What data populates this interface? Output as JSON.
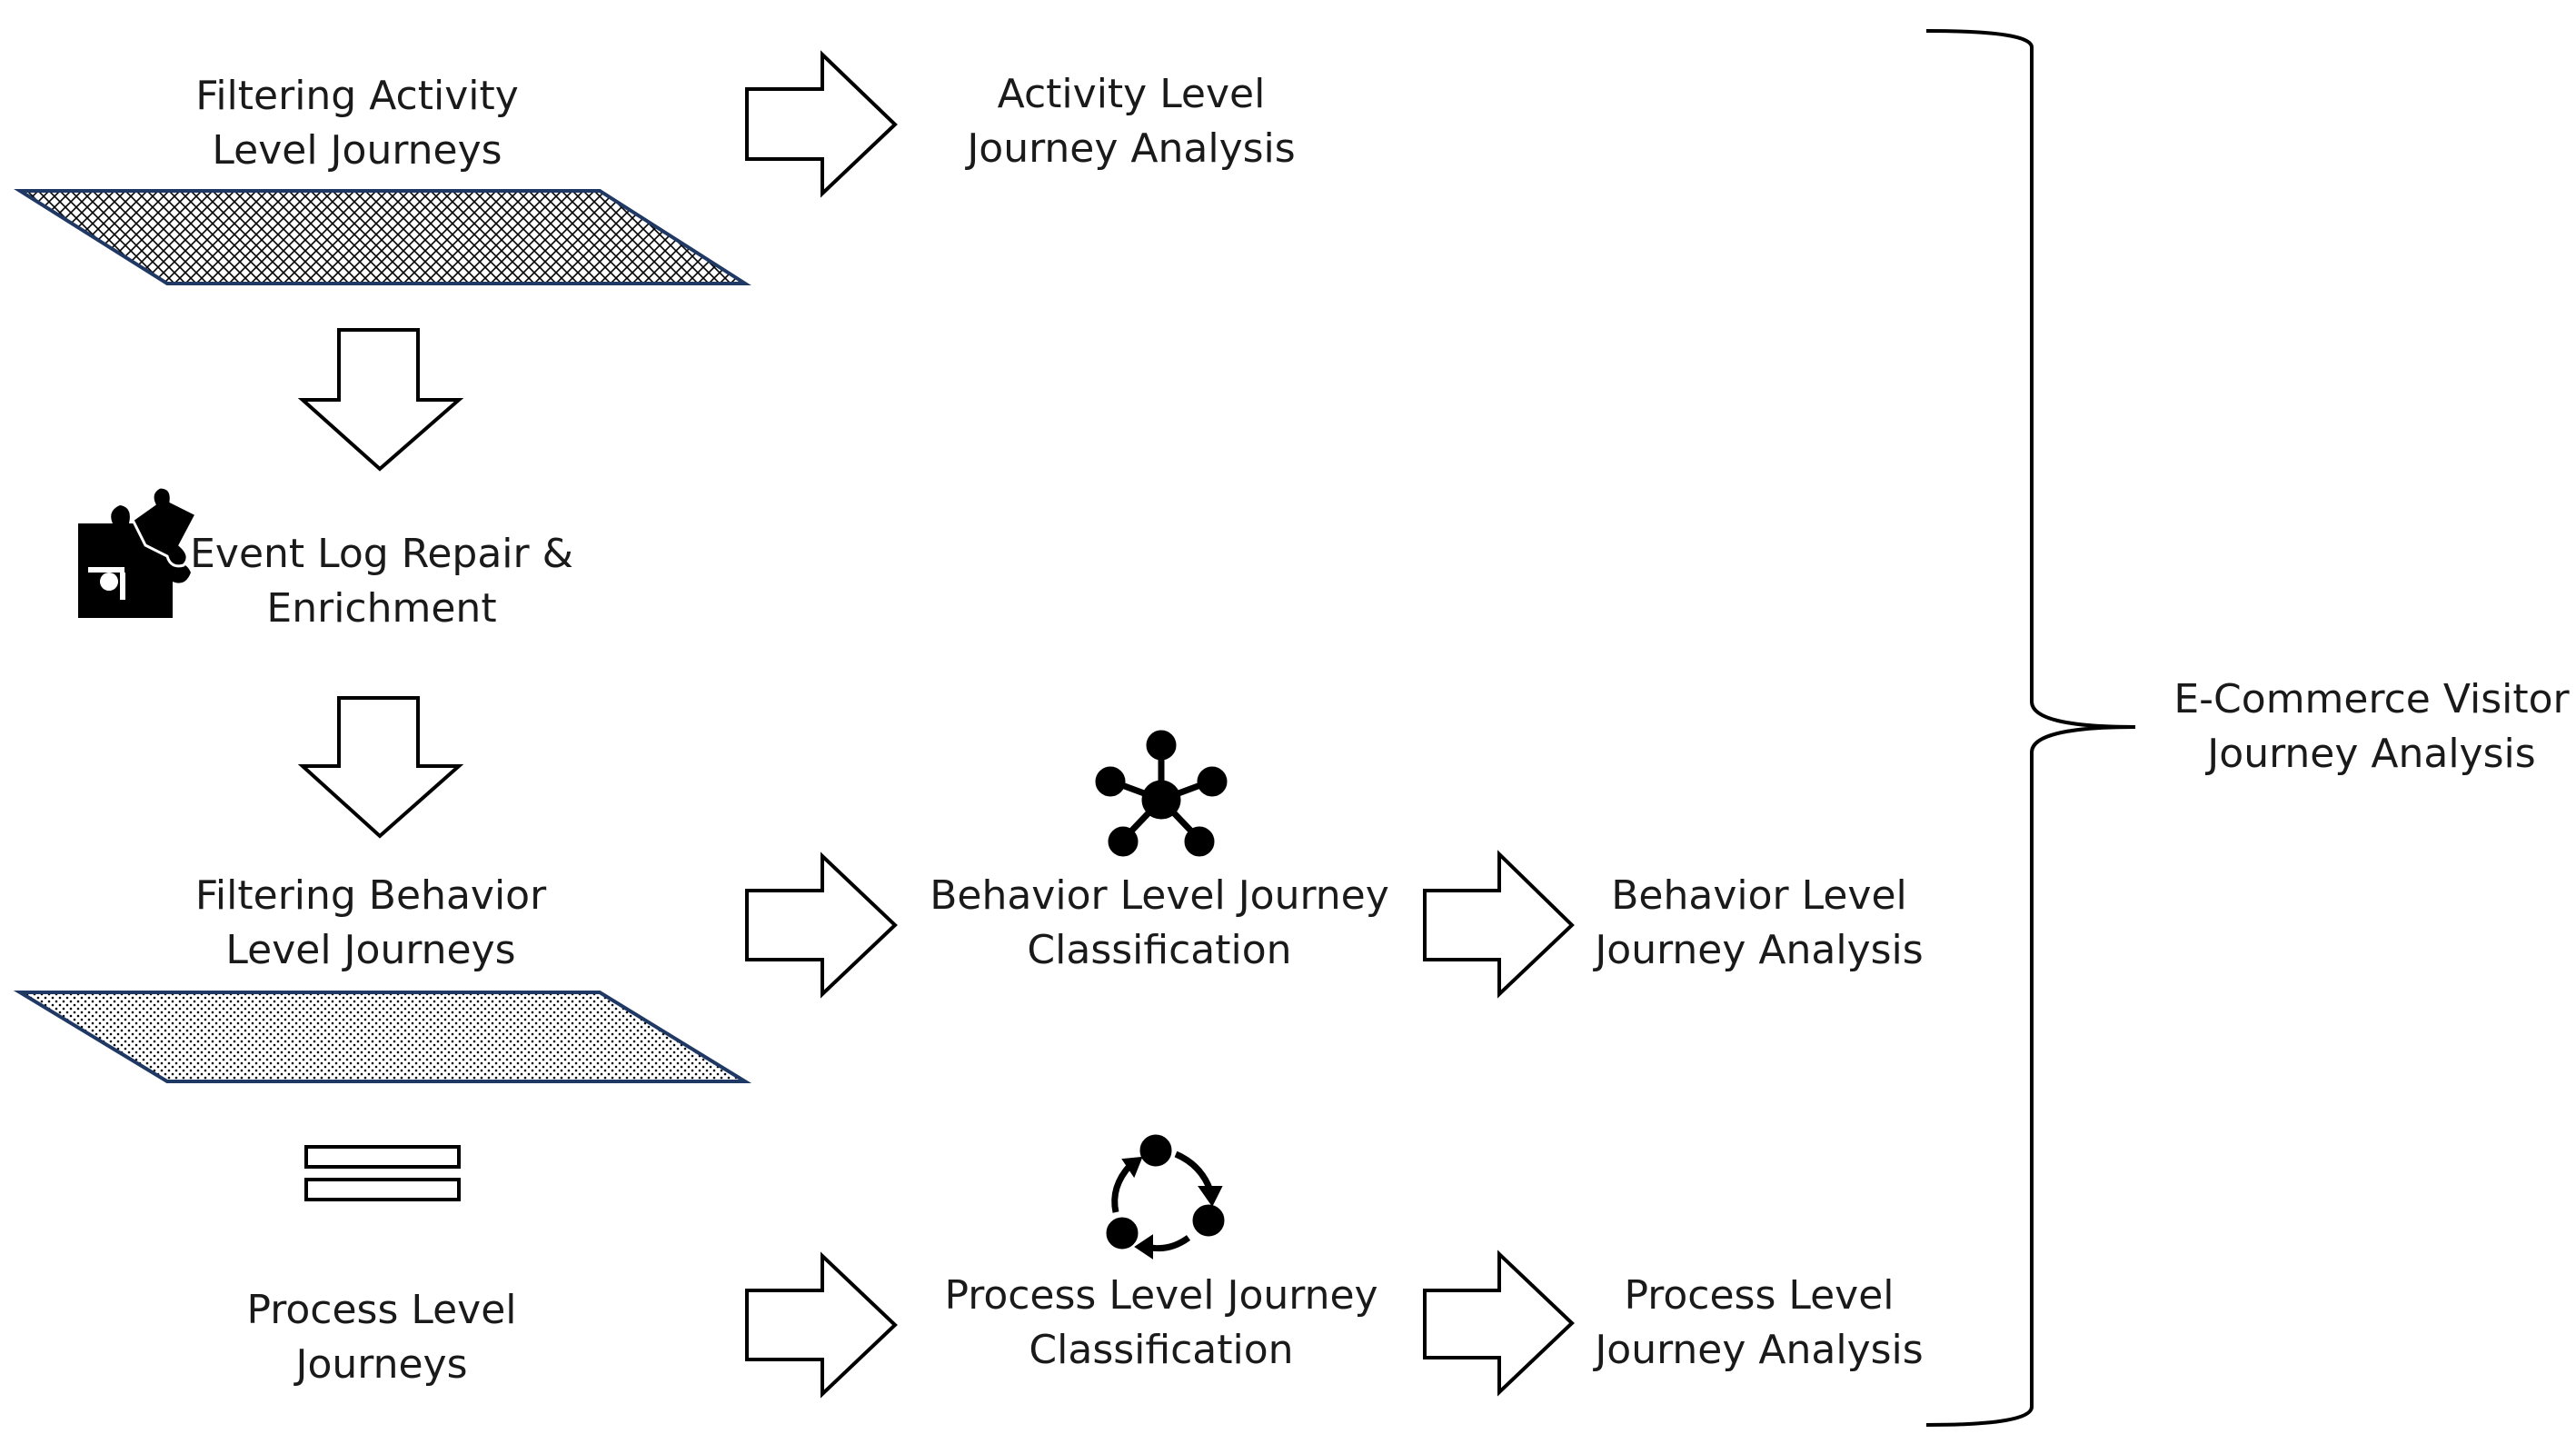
{
  "diagram": {
    "steps": {
      "filter_activity": [
        "Filtering Activity",
        "Level Journeys"
      ],
      "event_log_repair": [
        "Event Log Repair &",
        "Enrichment"
      ],
      "filter_behavior": [
        "Filtering Behavior",
        "Level Journeys"
      ],
      "process_journeys": [
        "Process Level",
        "Journeys"
      ]
    },
    "analyses": {
      "activity_analysis": [
        "Activity Level",
        "Journey Analysis"
      ],
      "behavior_classification": [
        "Behavior Level Journey",
        "Classification"
      ],
      "behavior_analysis": [
        "Behavior Level",
        "Journey Analysis"
      ],
      "process_classification": [
        "Process Level Journey",
        "Classification"
      ],
      "process_analysis": [
        "Process Level",
        "Journey Analysis"
      ]
    },
    "outcome": [
      "E-Commerce Visitor",
      "Journey Analysis"
    ],
    "icons": {
      "repair": "puzzle-icon",
      "behavior": "network-hub-icon",
      "process": "cycle-icon",
      "equals": "equals-icon"
    },
    "colors": {
      "stroke": "#000000",
      "parallelogram_border": "#1f3864",
      "text": "#1a1a1a"
    }
  }
}
